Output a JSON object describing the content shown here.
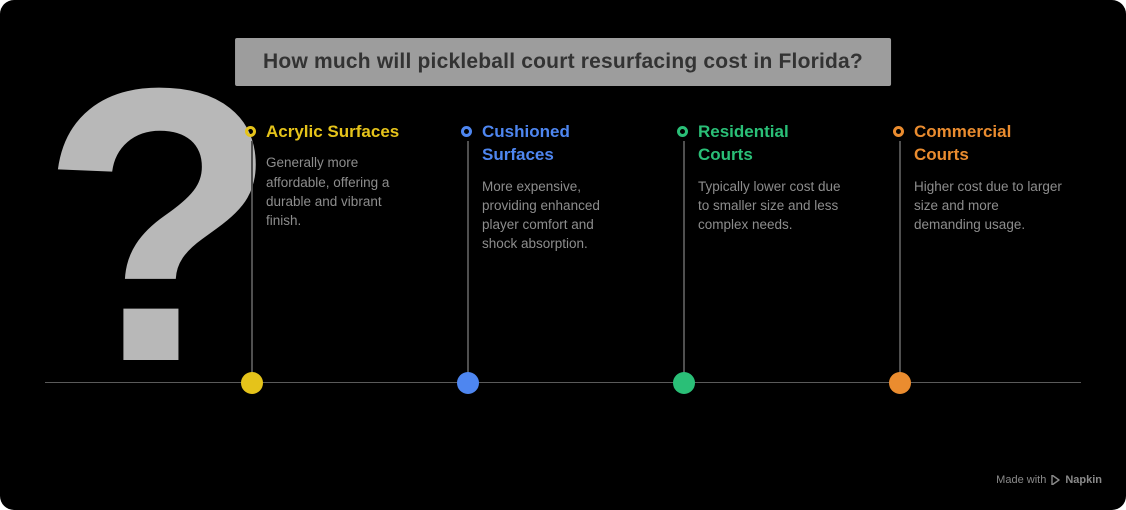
{
  "title": "How much will pickleball court resurfacing cost in Florida?",
  "question_mark": "?",
  "timeline": {
    "items": [
      {
        "heading": "Acrylic Surfaces",
        "description": "Generally more affordable, offering a durable and vibrant finish.",
        "color": "#e5c31a"
      },
      {
        "heading": "Cushioned Surfaces",
        "description": "More expensive, providing enhanced player comfort and shock absorption.",
        "color": "#4e86f0"
      },
      {
        "heading": "Residential Courts",
        "description": "Typically lower cost due to smaller size and less complex needs.",
        "color": "#2abf77"
      },
      {
        "heading": "Commercial Courts",
        "description": "Higher cost due to larger size and more demanding usage.",
        "color": "#ea8c2f"
      }
    ]
  },
  "footer": {
    "made_with": "Made with",
    "brand": "Napkin"
  },
  "colors": {
    "background": "#000000",
    "title_bg": "#9d9d9d",
    "title_text": "#333333",
    "question_mark": "#b8b8b8",
    "axis_line": "#5a5a5a",
    "connector_line": "#4f4f4f",
    "description_text": "#8d8d8d",
    "attribution_text": "#8a8a8a"
  }
}
